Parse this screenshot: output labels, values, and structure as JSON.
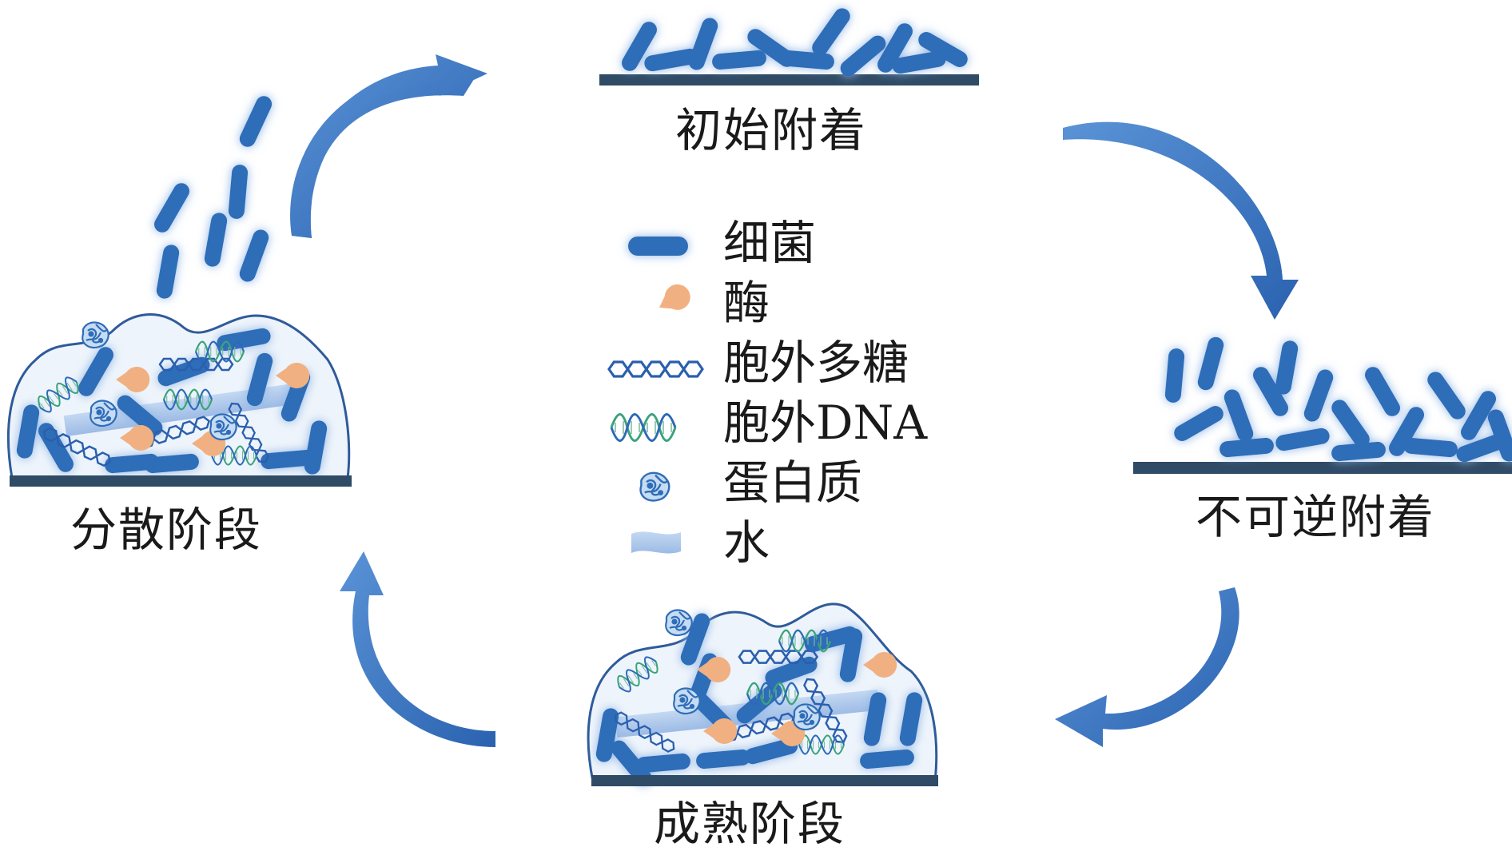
{
  "stages": {
    "initial": "初始附着",
    "irreversible": "不可逆附着",
    "mature": "成熟阶段",
    "dispersal": "分散阶段"
  },
  "legend": [
    {
      "icon": "bacteria-icon",
      "label": "细菌"
    },
    {
      "icon": "enzyme-icon",
      "label": "酶"
    },
    {
      "icon": "polysaccharide-icon",
      "label": "胞外多糖"
    },
    {
      "icon": "dna-icon",
      "label": "胞外DNA"
    },
    {
      "icon": "protein-icon",
      "label": "蛋白质"
    },
    {
      "icon": "water-icon",
      "label": "水"
    }
  ],
  "colors": {
    "bacteria": "#2f6db8",
    "glow": "#9cc0ea",
    "surface": "#2f4b66",
    "enzyme": "#f1b081",
    "polysaccharide": "#2a5fae",
    "dna_a": "#3aa37a",
    "dna_b": "#2c6ab8",
    "water": "#aac6ea",
    "outline": "#2f5b9a"
  }
}
